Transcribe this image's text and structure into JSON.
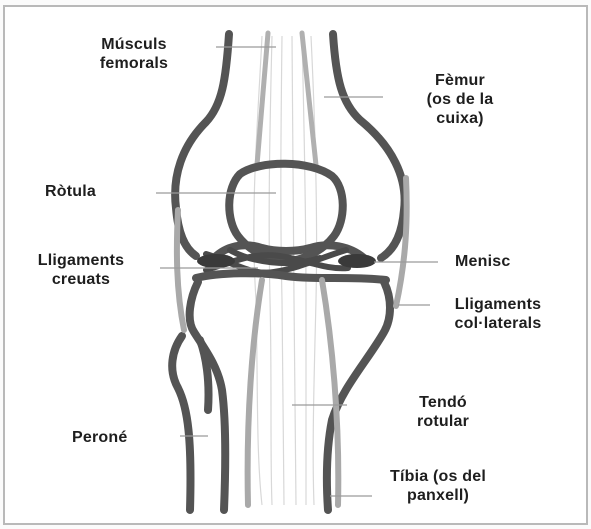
{
  "labels": {
    "musculs_femorals": "Músculs\nfemorals",
    "femur": "Fèmur\n(os de la\ncuixa)",
    "rotula": "Ròtula",
    "lligaments_creuats": "Lligaments\ncreuats",
    "menisc": "Menisc",
    "lligaments_collaterals": "Lligaments\ncol·laterals",
    "tendo_rotular": "Tendó\nrotular",
    "perone": "Peroné",
    "tibia": "Tíbia (os del\npanxell)"
  },
  "colors": {
    "bone_outline": "#545454",
    "muscle": "#a9a9a9",
    "tendon": "#d2d2d2",
    "leader_line": "#9a9a9a",
    "label_text": "#1e1e1e",
    "meniscus": "#3a3a3a"
  }
}
